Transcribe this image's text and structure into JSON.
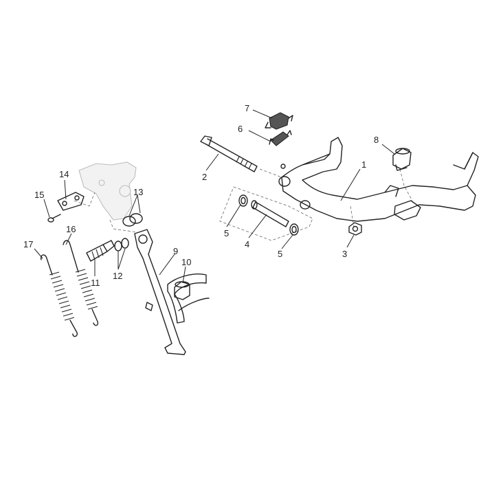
{
  "callouts": [
    {
      "id": "1",
      "text": "1"
    },
    {
      "id": "2",
      "text": "2"
    },
    {
      "id": "3",
      "text": "3"
    },
    {
      "id": "4",
      "text": "4"
    },
    {
      "id": "5a",
      "text": "5"
    },
    {
      "id": "5b",
      "text": "5"
    },
    {
      "id": "6",
      "text": "6"
    },
    {
      "id": "7",
      "text": "7"
    },
    {
      "id": "8",
      "text": "8"
    },
    {
      "id": "9",
      "text": "9"
    },
    {
      "id": "10",
      "text": "10"
    },
    {
      "id": "11",
      "text": "11"
    },
    {
      "id": "12",
      "text": "12"
    },
    {
      "id": "13",
      "text": "13"
    },
    {
      "id": "14",
      "text": "14"
    },
    {
      "id": "15",
      "text": "15"
    },
    {
      "id": "16",
      "text": "16"
    },
    {
      "id": "17",
      "text": "17"
    }
  ]
}
